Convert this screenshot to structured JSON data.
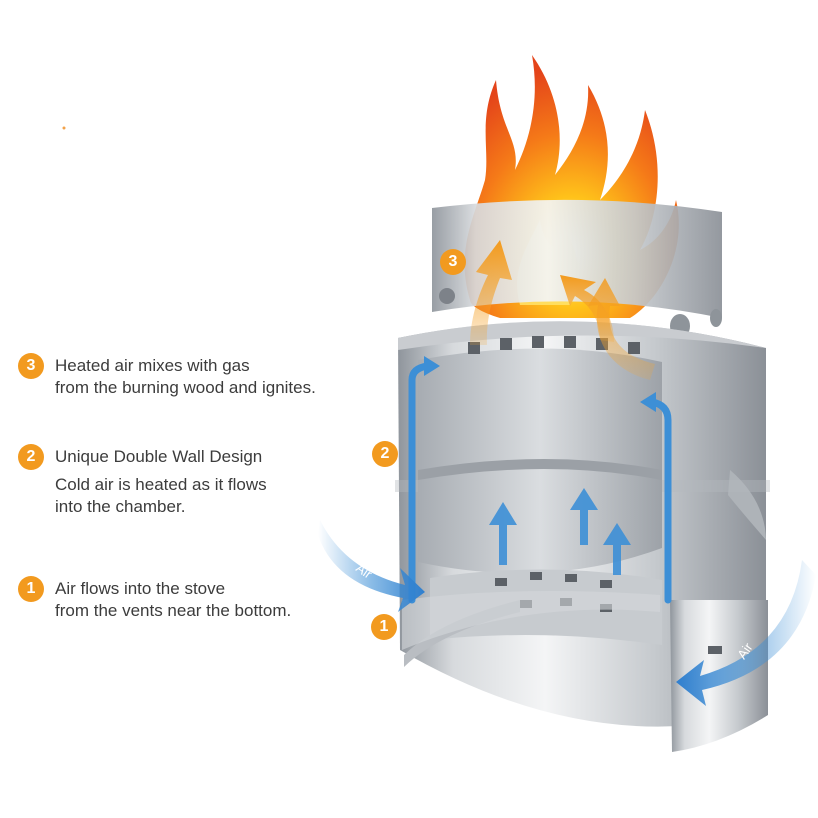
{
  "legend": {
    "item3": {
      "number": "3",
      "line1": "Heated air mixes with gas",
      "line2": "from the burning wood and ignites."
    },
    "item2": {
      "number": "2",
      "title": "Unique Double Wall Design",
      "line1": "Cold air is heated as it flows",
      "line2": "into the chamber."
    },
    "item1": {
      "number": "1",
      "line1": "Air flows into the stove",
      "line2": "from the vents near the bottom."
    }
  },
  "diagram": {
    "callouts": [
      "3",
      "2",
      "1"
    ],
    "air_label_left": "Air",
    "air_label_right": "Air"
  },
  "colors": {
    "accent": "#f29a1f",
    "air_arrow": "#3d8fd6",
    "flame_core": "#ffc21a",
    "flame_outer": "#f0581a",
    "steel_light": "#e9ebee",
    "steel_dark": "#9ea3a9"
  }
}
